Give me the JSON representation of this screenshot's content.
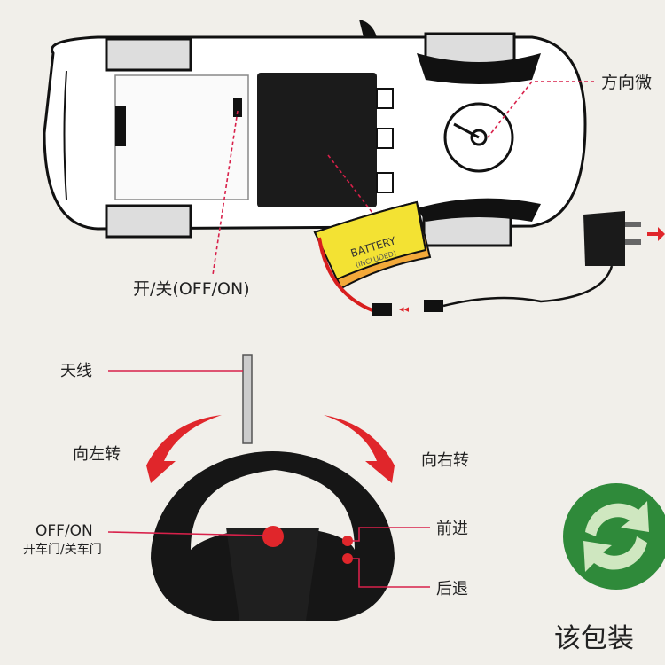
{
  "car": {
    "trim_label": "方向微",
    "switch_label": "开/关(OFF/ON)",
    "battery_label": "BATTERY",
    "battery_sub": "(INCLUDED)"
  },
  "remote": {
    "antenna_label": "天线",
    "left_label": "向左转",
    "right_label": "向右转",
    "power_label": "OFF/ON",
    "door_label": "开车门/关车门",
    "forward_label": "前进",
    "backward_label": "后退"
  },
  "recycle": {
    "text": "该包装"
  },
  "colors": {
    "leader": "#d8204a",
    "battery": "#f3e233",
    "arrow": "#e0262b",
    "recycle": "#2f8a3a"
  }
}
